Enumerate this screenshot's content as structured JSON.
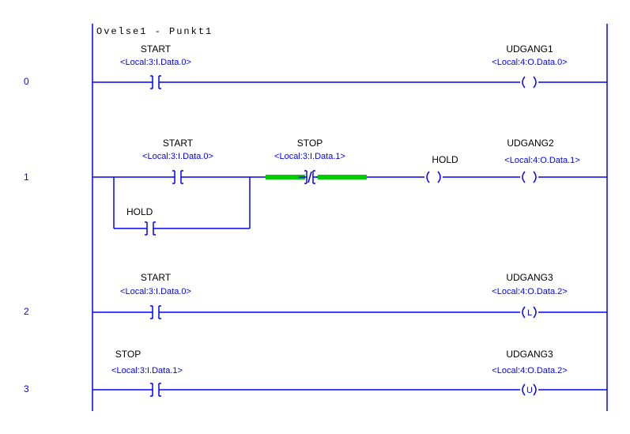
{
  "rung_title": "Ovelse1 - Punkt1",
  "colors": {
    "wire": "#0000ff",
    "text": "#000000",
    "address": "#0000ff",
    "highlight": "#00cc00"
  },
  "rungs": [
    {
      "number": "0",
      "contacts": [
        {
          "tag": "START",
          "address": "<Local:3:I.Data.0>",
          "type": "XIC"
        }
      ],
      "coils": [
        {
          "tag": "UDGANG1",
          "address": "<Local:4:O.Data.0>",
          "type": "OTE",
          "symbol": "( )"
        }
      ]
    },
    {
      "number": "1",
      "contacts": [
        {
          "tag": "START",
          "address": "<Local:3:I.Data.0>",
          "type": "XIC"
        },
        {
          "tag": "STOP",
          "address": "<Local:3:I.Data.1>",
          "type": "XIO",
          "highlighted": true
        }
      ],
      "branch": [
        {
          "tag": "HOLD",
          "type": "XIC"
        }
      ],
      "coils": [
        {
          "tag": "HOLD",
          "type": "OTE",
          "symbol": "( )"
        },
        {
          "tag": "UDGANG2",
          "address": "<Local:4:O.Data.1>",
          "type": "OTE",
          "symbol": "( )"
        }
      ]
    },
    {
      "number": "2",
      "contacts": [
        {
          "tag": "START",
          "address": "<Local:3:I.Data.0>",
          "type": "XIC"
        }
      ],
      "coils": [
        {
          "tag": "UDGANG3",
          "address": "<Local:4:O.Data.2>",
          "type": "OTL",
          "symbol": "(L)"
        }
      ]
    },
    {
      "number": "3",
      "contacts": [
        {
          "tag": "STOP",
          "address": "<Local:3:I.Data.1>",
          "type": "XIC"
        }
      ],
      "coils": [
        {
          "tag": "UDGANG3",
          "address": "<Local:4:O.Data.2>",
          "type": "OTU",
          "symbol": "(U)"
        }
      ]
    }
  ]
}
